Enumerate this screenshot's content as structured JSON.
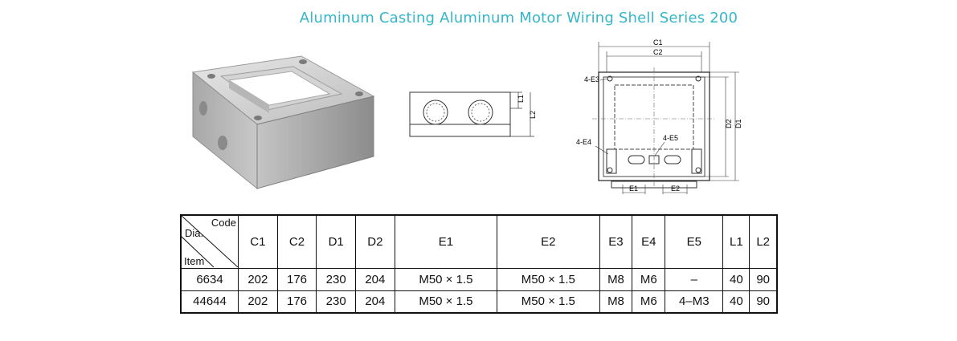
{
  "title": "Aluminum Casting Aluminum Motor Wiring Shell Series 200",
  "drawing_labels": {
    "c1": "C1",
    "c2": "C2",
    "d1": "D1",
    "d2": "D2",
    "e1": "E1",
    "e2": "E2",
    "e3": "4-E3",
    "e4": "4-E4",
    "e5": "4-E5",
    "l1": "L1",
    "l2": "L2"
  },
  "table": {
    "corner": {
      "code": "Code",
      "dia": "Dia.",
      "item": "Item"
    },
    "headers": [
      "C1",
      "C2",
      "D1",
      "D2",
      "E1",
      "E2",
      "E3",
      "E4",
      "E5",
      "L1",
      "L2"
    ],
    "rows": [
      [
        "6634",
        "202",
        "176",
        "230",
        "204",
        "M50 × 1.5",
        "M50 × 1.5",
        "M8",
        "M6",
        "–",
        "40",
        "90"
      ],
      [
        "44644",
        "202",
        "176",
        "230",
        "204",
        "M50 × 1.5",
        "M50 × 1.5",
        "M8",
        "M6",
        "4–M3",
        "40",
        "90"
      ]
    ]
  },
  "colors": {
    "title": "#35b6c9"
  }
}
